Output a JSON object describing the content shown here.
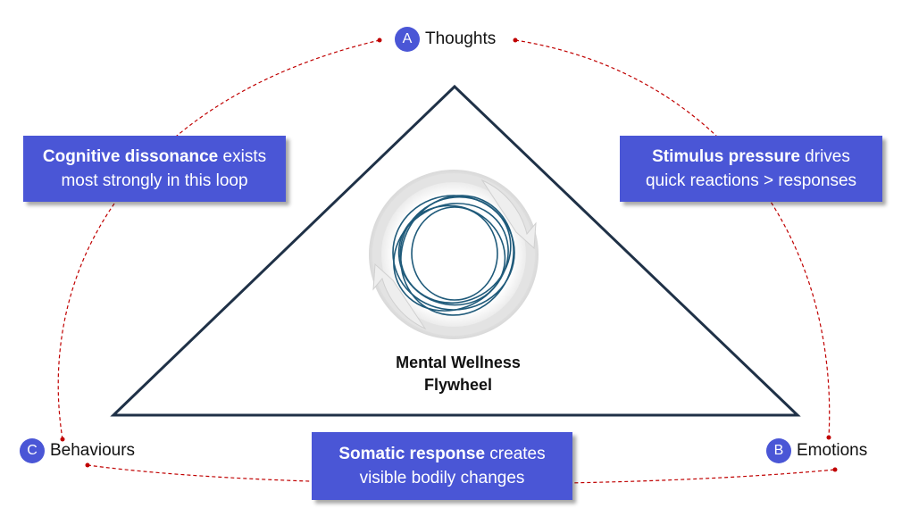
{
  "nodes": {
    "a": {
      "badge": "A",
      "label": "Thoughts"
    },
    "b": {
      "badge": "B",
      "label": "Emotions"
    },
    "c": {
      "badge": "C",
      "label": "Behaviours"
    }
  },
  "boxes": {
    "left": {
      "bold": "Cognitive dissonance",
      "rest1": " exists",
      "line2": "most strongly in this loop"
    },
    "right": {
      "bold": "Stimulus pressure",
      "rest1": " drives",
      "line2": "quick reactions > responses"
    },
    "bottom": {
      "bold": "Somatic response",
      "rest1": " creates",
      "line2": "visible bodily changes"
    }
  },
  "center": {
    "line1": "Mental Wellness",
    "line2": "Flywheel"
  },
  "colors": {
    "accent": "#4a56d6",
    "triangle": "#1f3147",
    "connector": "#c00000",
    "flywheel": "#1f5a7a"
  }
}
